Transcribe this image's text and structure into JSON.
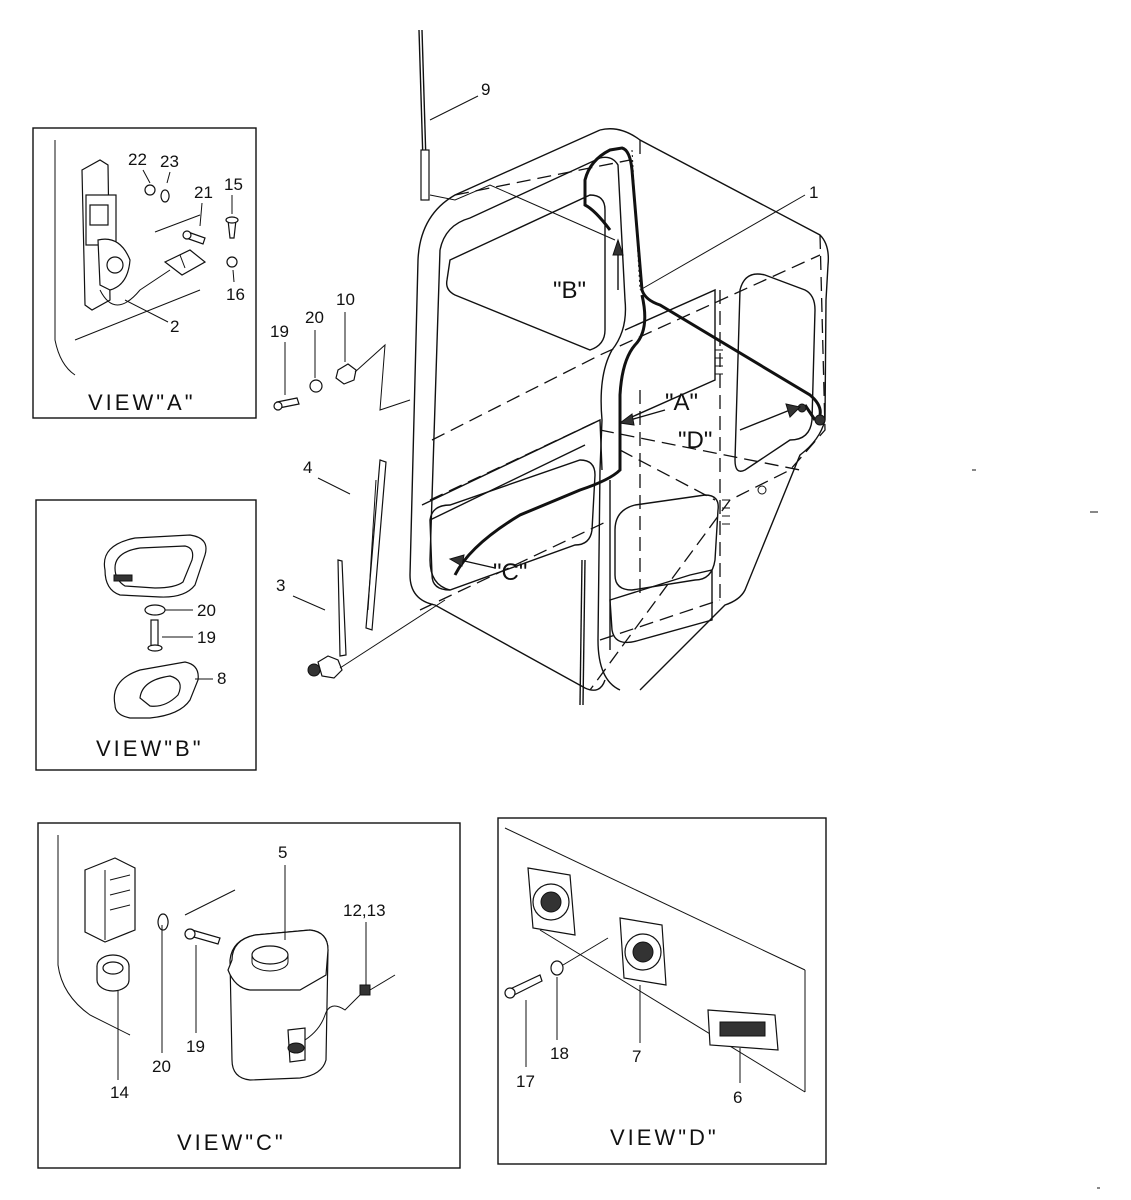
{
  "callouts": {
    "c1": "1",
    "c2": "2",
    "c3": "3",
    "c4": "4",
    "c5": "5",
    "c6": "6",
    "c7": "7",
    "c8": "8",
    "c9": "9",
    "c10": "10",
    "c12_13": "12,13",
    "c14": "14",
    "c15": "15",
    "c16": "16",
    "c17": "17",
    "c18": "18",
    "a19": "19",
    "b19": "19",
    "cc19": "19",
    "a20": "20",
    "b20": "20",
    "cc20": "20",
    "c21": "21",
    "c22": "22",
    "c23": "23"
  },
  "view_markers": {
    "a": "\"A\"",
    "b": "\"B\"",
    "c": "\"C\"",
    "d": "\"D\""
  },
  "view_titles": {
    "a": "VIEW\"A\"",
    "b": "VIEW\"B\"",
    "c": "VIEW\"C\"",
    "d": "VIEW\"D\""
  }
}
